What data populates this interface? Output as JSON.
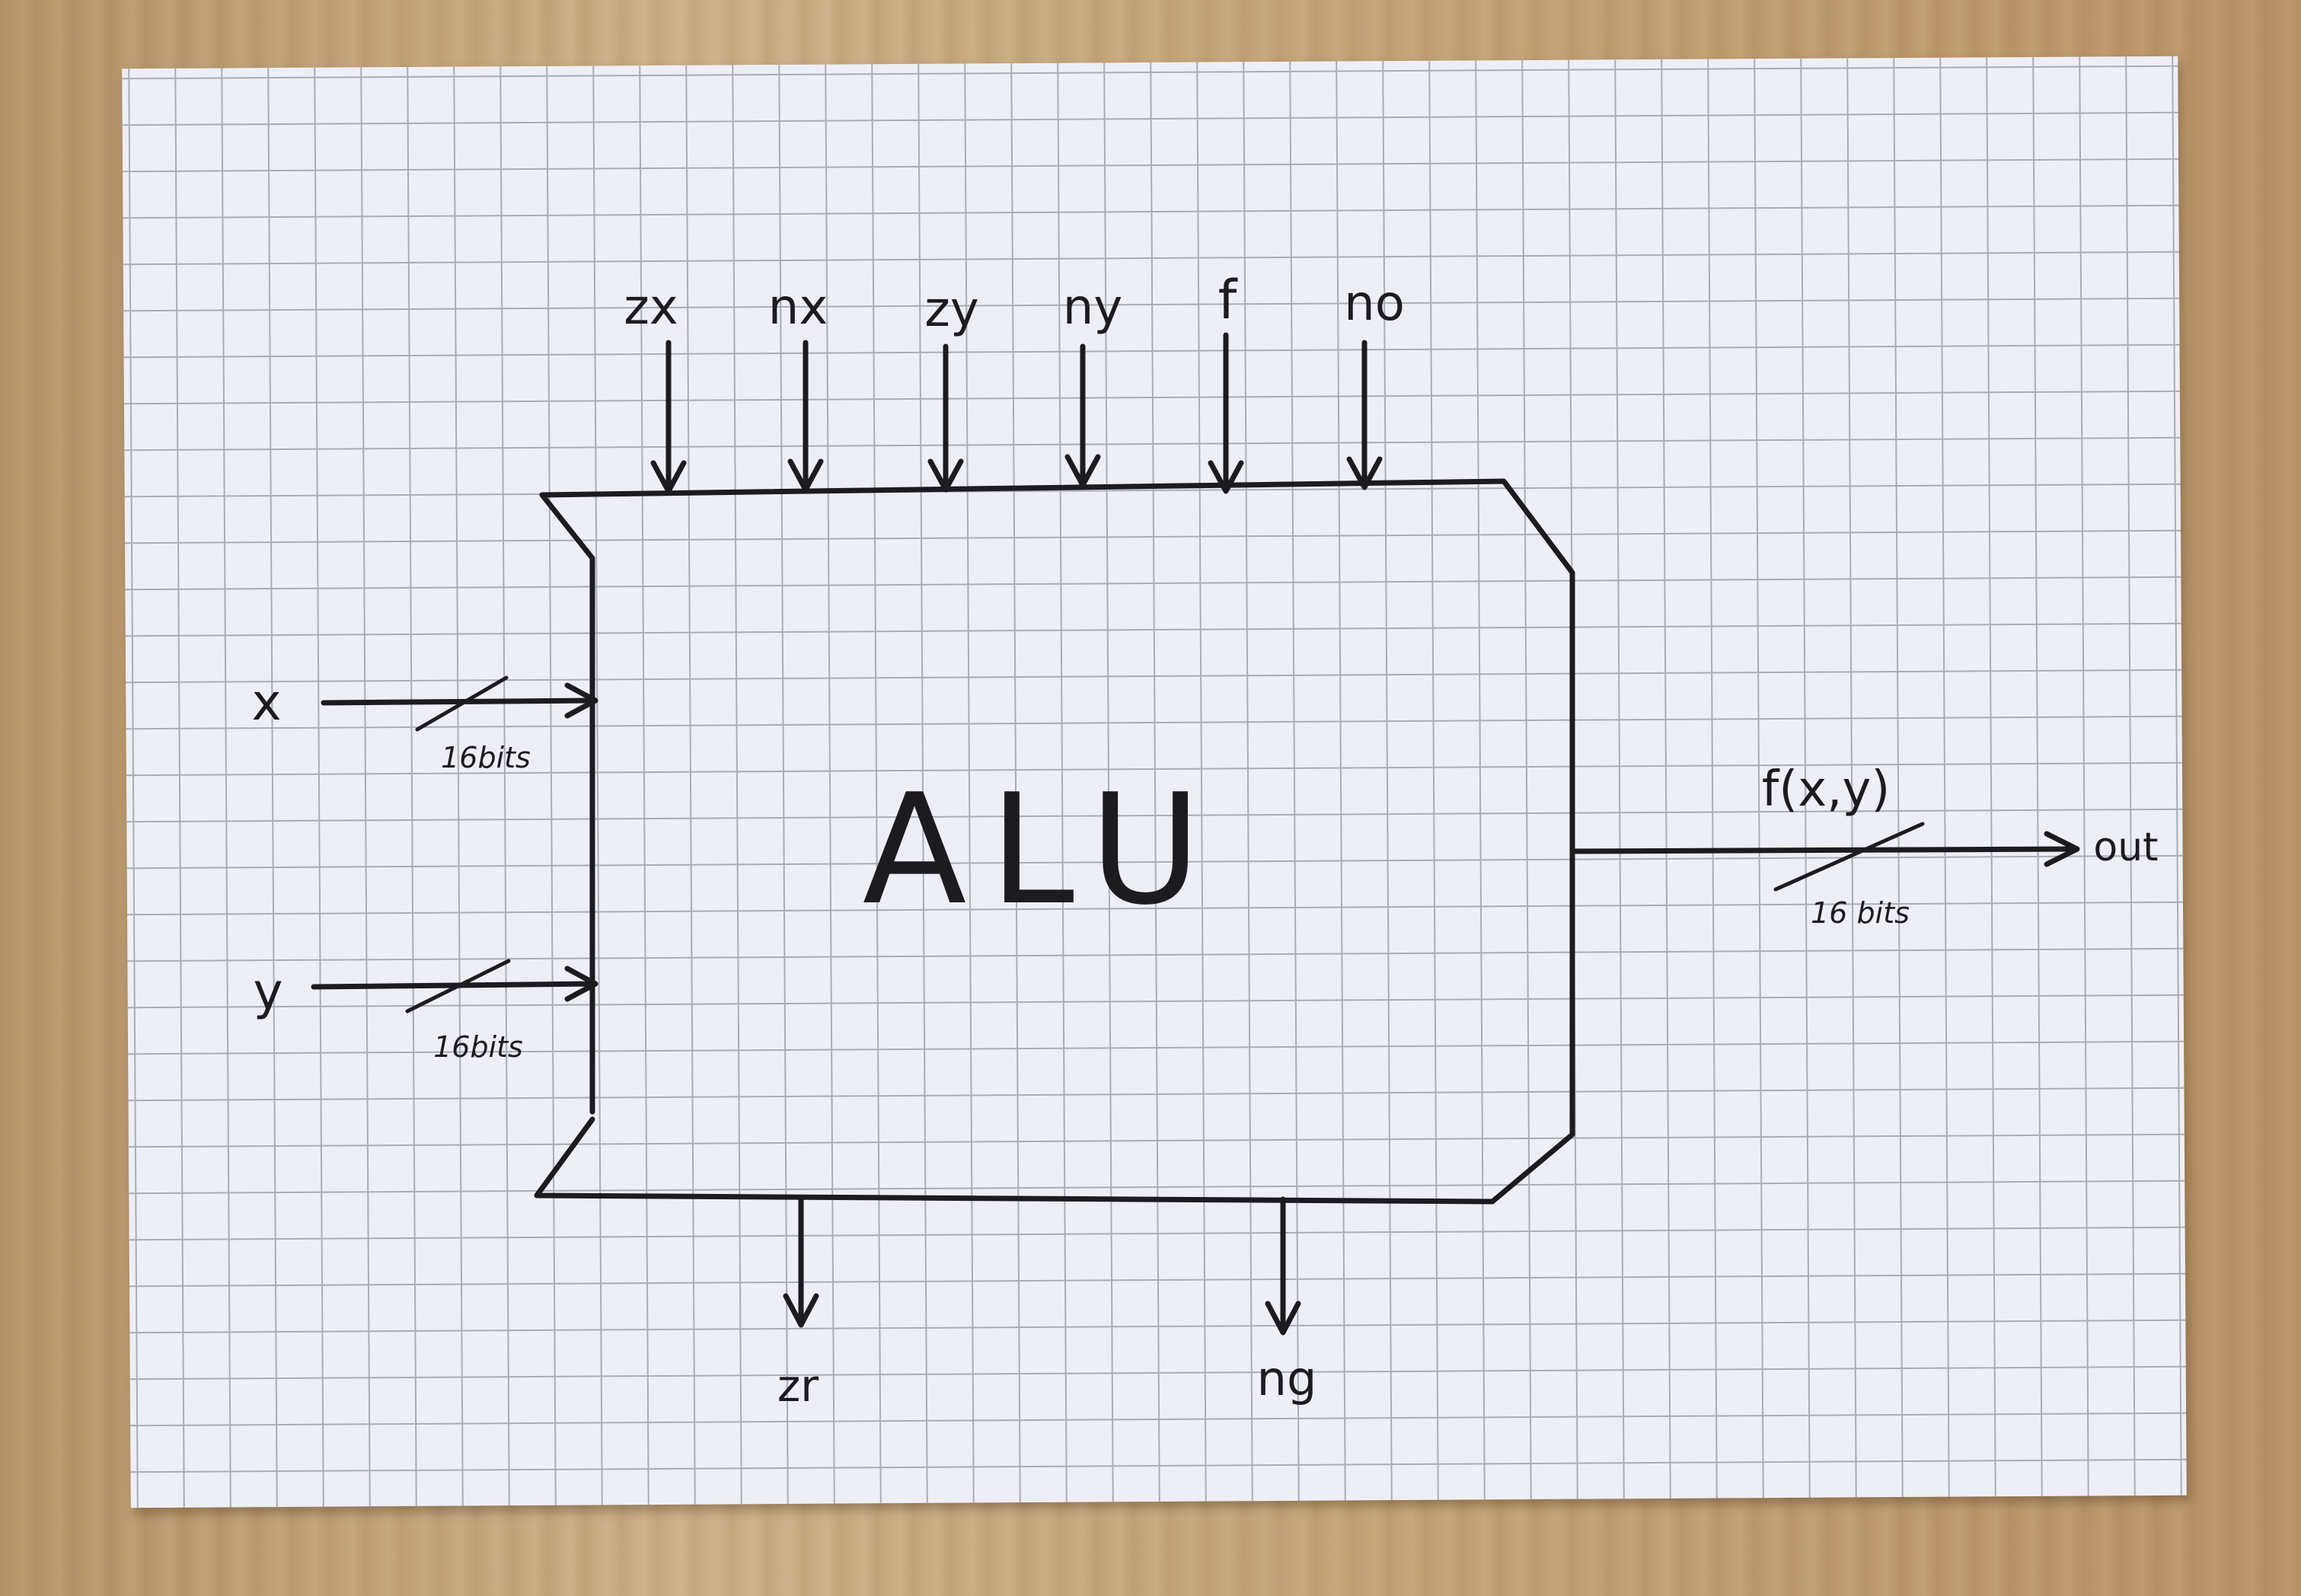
{
  "diagram": {
    "block_label": "ALU",
    "control_inputs": [
      "zx",
      "nx",
      "zy",
      "ny",
      "f",
      "no"
    ],
    "inputs": [
      {
        "name": "x",
        "width": "16bits"
      },
      {
        "name": "y",
        "width": "16bits"
      }
    ],
    "output": {
      "function": "f(x,y)",
      "width": "16 bits",
      "name": "out"
    },
    "status_outputs": [
      "zr",
      "ng"
    ]
  },
  "colors": {
    "ink": "#1c1c20",
    "grid": "#a9abb6",
    "paper": "#eeeff6",
    "wood": "#c9a97f"
  }
}
